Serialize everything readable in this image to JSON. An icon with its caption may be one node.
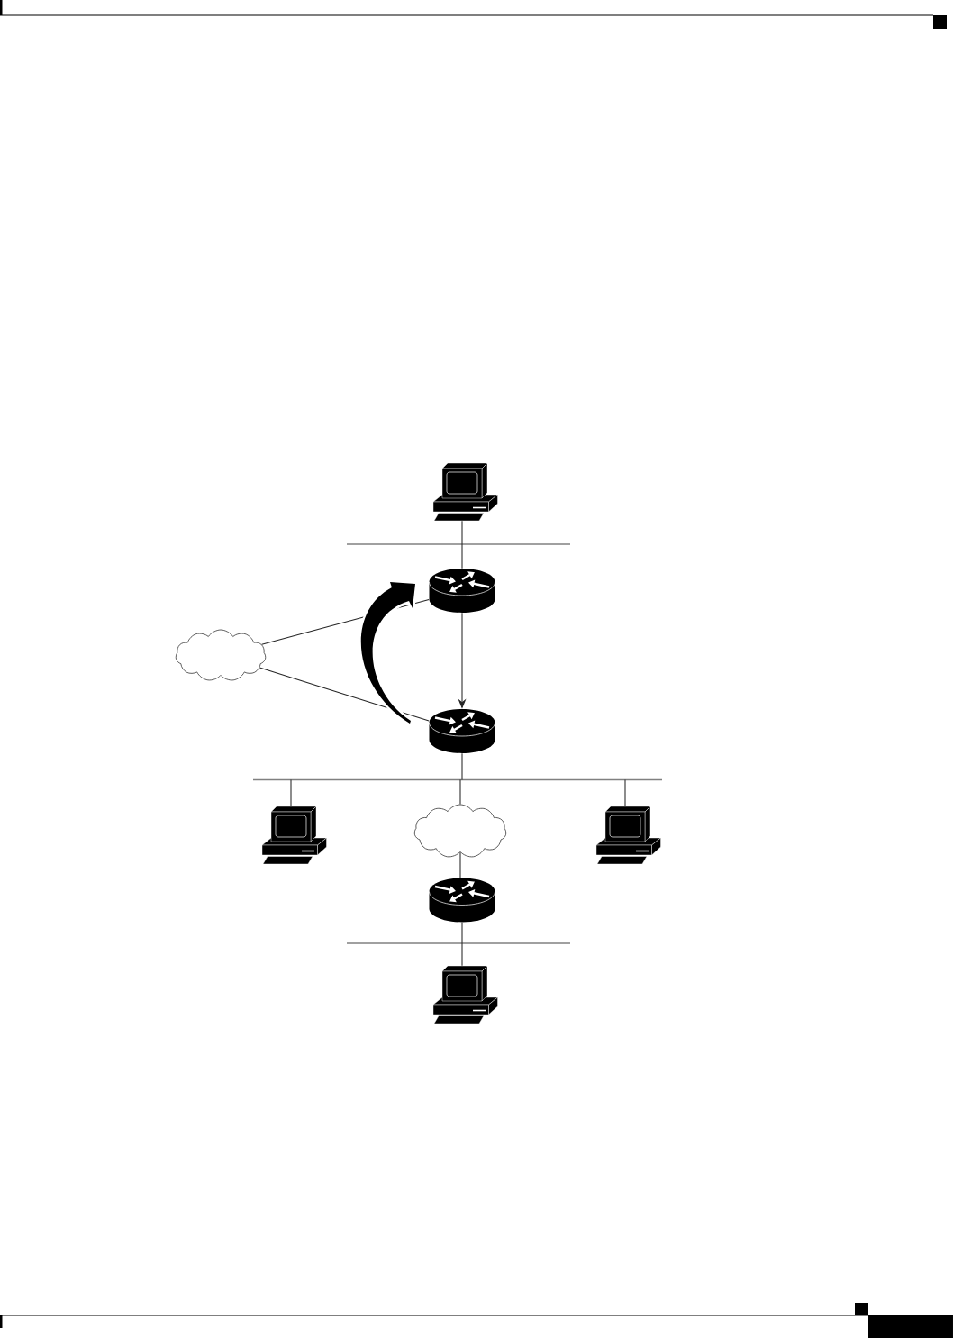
{
  "diagram": {
    "nodes": [
      {
        "text": [],
        "shape": "computer"
      },
      {
        "text": [],
        "shape": "bar"
      },
      {
        "text": [],
        "shape": "router"
      },
      {
        "text": [],
        "shape": "cloud"
      },
      {
        "text": [],
        "shape": "router"
      },
      {
        "text": [],
        "shape": "bar"
      },
      {
        "text": [],
        "shape": "computer"
      },
      {
        "text": [],
        "shape": "cloud"
      },
      {
        "text": [],
        "shape": "computer"
      },
      {
        "text": [],
        "shape": "router"
      },
      {
        "text": [],
        "shape": "bar"
      },
      {
        "text": [],
        "shape": "computer"
      }
    ],
    "edges": [
      {
        "from": 0,
        "to": 1,
        "arrow": "none"
      },
      {
        "from": 1,
        "to": 2,
        "arrow": "none"
      },
      {
        "from": 3,
        "to": 2,
        "arrow": "none"
      },
      {
        "from": 2,
        "to": 4,
        "arrow": "to"
      },
      {
        "from": 3,
        "to": 4,
        "arrow": "none"
      },
      {
        "from": 4,
        "to": 2,
        "arrow": "to",
        "style": "thick"
      },
      {
        "from": 4,
        "to": 5,
        "arrow": "none"
      },
      {
        "from": 5,
        "to": 6,
        "arrow": "none"
      },
      {
        "from": 5,
        "to": 7,
        "arrow": "none"
      },
      {
        "from": 5,
        "to": 8,
        "arrow": "none"
      },
      {
        "from": 7,
        "to": 9,
        "arrow": "none"
      },
      {
        "from": 9,
        "to": 10,
        "arrow": "none"
      },
      {
        "from": 10,
        "to": 11,
        "arrow": "none"
      }
    ]
  }
}
